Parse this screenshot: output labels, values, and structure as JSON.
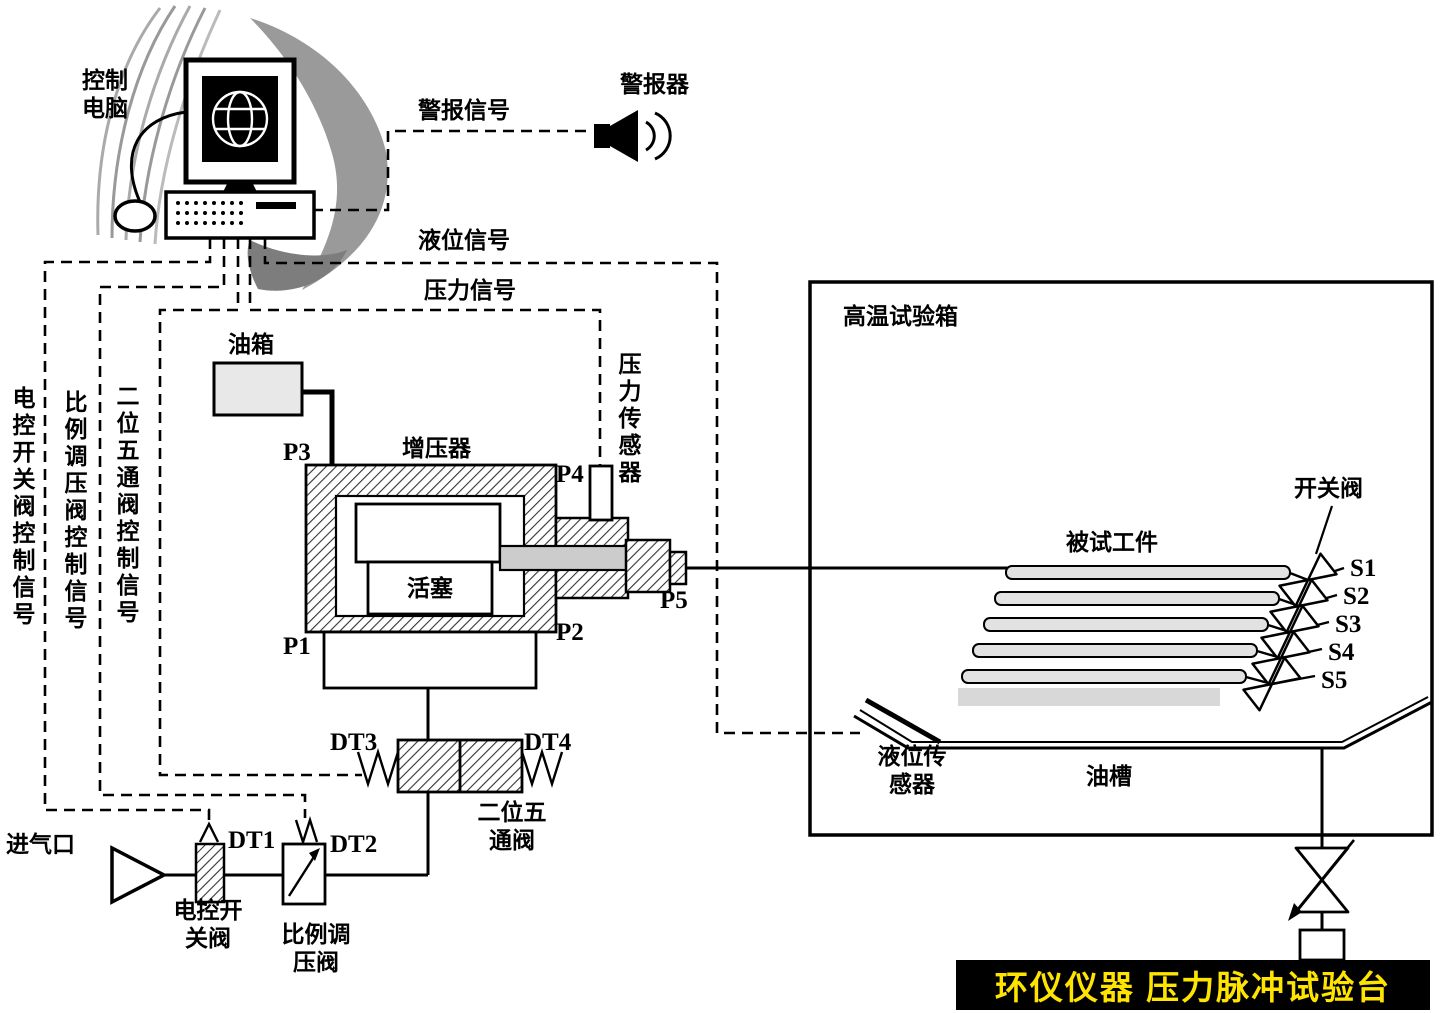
{
  "diagram": {
    "computer": {
      "label": "控制\n电脑"
    },
    "alarm": {
      "device_label": "警报器",
      "signal_label": "警报信号"
    },
    "signals": {
      "level": "液位信号",
      "pressure": "压力信号",
      "switch_valve_ctrl": "电控开关阀控制信号",
      "prop_valve_ctrl": "比例调压阀控制信号",
      "five_way_ctrl": "二位五通阀控制信号"
    },
    "booster": {
      "oil_tank": "油箱",
      "label": "增压器",
      "piston": "活塞",
      "pressure_sensor": "压力传感器",
      "ports": {
        "p1": "P1",
        "p2": "P2",
        "p3": "P3",
        "p4": "P4",
        "p5": "P5"
      }
    },
    "valves": {
      "dt1": "DT1",
      "dt2": "DT2",
      "dt3": "DT3",
      "dt4": "DT4",
      "five_way": "二位五\n通阀",
      "air_inlet": "进气口",
      "elec_switch": "电控开\n关阀",
      "proportional": "比例调\n压阀"
    },
    "chamber": {
      "label": "高温试验箱",
      "workpiece": "被试工件",
      "switch_valve": "开关阀",
      "s_valves": [
        "S1",
        "S2",
        "S3",
        "S4",
        "S5"
      ],
      "level_sensor": "液位传\n感器",
      "oil_groove": "油槽"
    },
    "watermark": {
      "text": "环仪仪器 压力脉冲试验台",
      "bg": "#000000",
      "color": "#ffe400"
    },
    "colors": {
      "line": "#000000",
      "hatch": "#333333",
      "tube_fill": "#e2e2e2"
    }
  }
}
